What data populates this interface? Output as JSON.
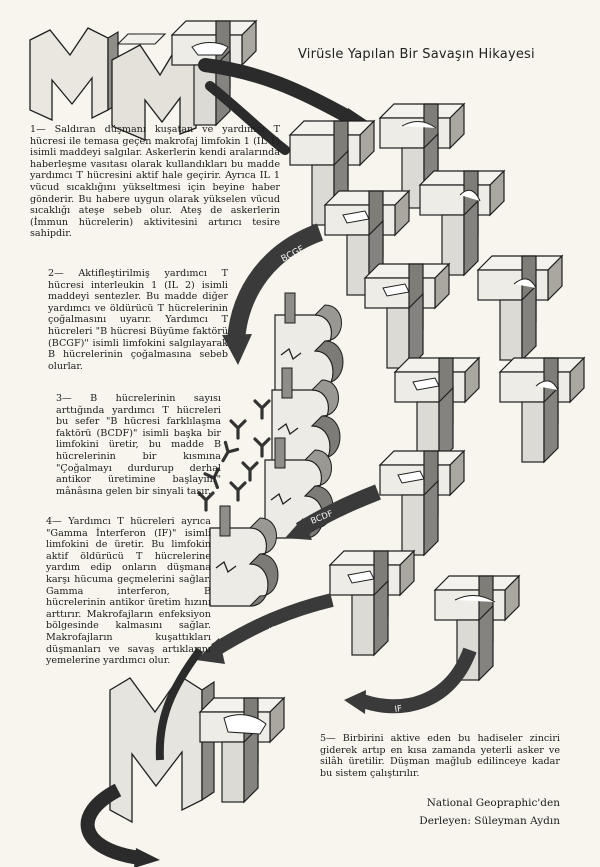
{
  "header": {
    "title": "Virüsle  Yapılan Bir Savaşın Hikayesi"
  },
  "illustration": {
    "letters": [
      "M",
      "T",
      "B"
    ],
    "arrow_labels": {
      "bcgf_top": "BCGF",
      "bcdf": "BCDF",
      "if_left": "IF",
      "if_right": "IF"
    },
    "colors": {
      "paper": "#f7f5ee",
      "ink": "#1f1f1f",
      "block_face": "#eeece6",
      "block_side": "#9c9a94",
      "block_shadow": "#6f6d68"
    }
  },
  "paragraphs": [
    {
      "id": "p1",
      "text": "1— Saldıran düşmanı kuşatan ve yardımcı T hücresi ile temasa geçen makrofaj limfokin 1 (IL 1) isimli maddeyi salgılar. Askerlerin kendi aralarında haberleşme vasıtası olarak kullandıkları bu madde yardımcı T hücresini aktif hale geçirir. Ayrıca IL 1 vücud sıcaklığını yükseltmesi için beyine haber gönderir. Bu habere uygun olarak yükselen vücud sıcaklığı ateşe sebeb olur. Ateş de askerlerin (İmmun hücrelerin) aktivitesini artırıcı tesire sahipdir."
    },
    {
      "id": "p2",
      "text": "2— Aktifleştirilmiş yardımcı T hücresi interleukin 1 (IL 2) isimli maddeyi sentezler. Bu madde diğer yardımcı ve öldürücü T hücrelerinin çoğalmasını uyarır. Yardımcı T hücreleri \"B hücresi Büyüme faktörü (BCGF)\" isimli limfokini salgılayarak B hücrelerinin çoğalmasına sebeb olurlar."
    },
    {
      "id": "p3",
      "text": "3— B hücrelerinin sayısı arttığında yardımcı T hücreleri bu sefer \"B hücresi farklılaşma faktörü (BCDF)\" isimli başka bir limfokini üretir, bu madde B hücrelerinin bir kısmına \"Çoğalmayı durdurup derhal antikor üretimine başlayın!\" mânâsına gelen bir sinyali taşır."
    },
    {
      "id": "p4",
      "text": "4— Yardımcı T hücreleri ayrıca \"Gamma İnterferon (IF)\" isimli limfokini de üretir. Bu limfokin aktif öldürücü T hücrelerine yardım edip onların düşmana karşı hücuma geçmelerini sağlar. Gamma interferon, B hücrelerinin antikor üretim hızını arttırır. Makrofajların enfeksiyon bölgesinde kalmasını sağlar. Makrofajların kuşattıkları düşmanları ve savaş artıklarını yemelerine yardımcı olur."
    },
    {
      "id": "p5",
      "text": "5— Birbirini aktive eden bu hadiseler zinciri giderek artıp en kısa zamanda yeterli asker ve silâh üretilir. Düşman mağlub edilinceye kadar bu sistem çalıştırılır."
    }
  ],
  "credits": {
    "line1": "National  Geopraphic'den",
    "line2": "Derleyen: Süleyman Aydın"
  }
}
